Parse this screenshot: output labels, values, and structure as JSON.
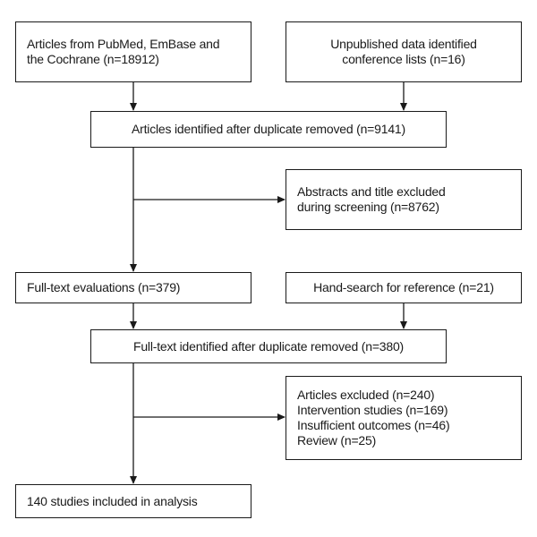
{
  "diagram": {
    "boxes": {
      "pubmed": {
        "lines": [
          "Articles from PubMed, EmBase and",
          "the Cochrane (n=18912)"
        ]
      },
      "unpublished": {
        "lines": [
          "Unpublished data identified",
          "conference lists (n=16)"
        ]
      },
      "dedup1": {
        "lines": [
          "Articles identified after duplicate removed (n=9141)"
        ]
      },
      "abstracts_excluded": {
        "lines": [
          "Abstracts and title excluded",
          "during screening (n=8762)"
        ]
      },
      "fulltext_eval": {
        "lines": [
          "Full-text evaluations (n=379)"
        ]
      },
      "hand_search": {
        "lines": [
          "Hand-search for reference (n=21)"
        ]
      },
      "dedup2": {
        "lines": [
          "Full-text identified after duplicate removed (n=380)"
        ]
      },
      "articles_excluded": {
        "lines": [
          "Articles excluded (n=240)",
          "Intervention studies (n=169)",
          "Insufficient outcomes (n=46)",
          "Review (n=25)"
        ]
      },
      "included": {
        "lines": [
          "140 studies included in analysis"
        ]
      }
    },
    "colors": {
      "line": "#1a1a1a",
      "background": "#ffffff"
    }
  }
}
